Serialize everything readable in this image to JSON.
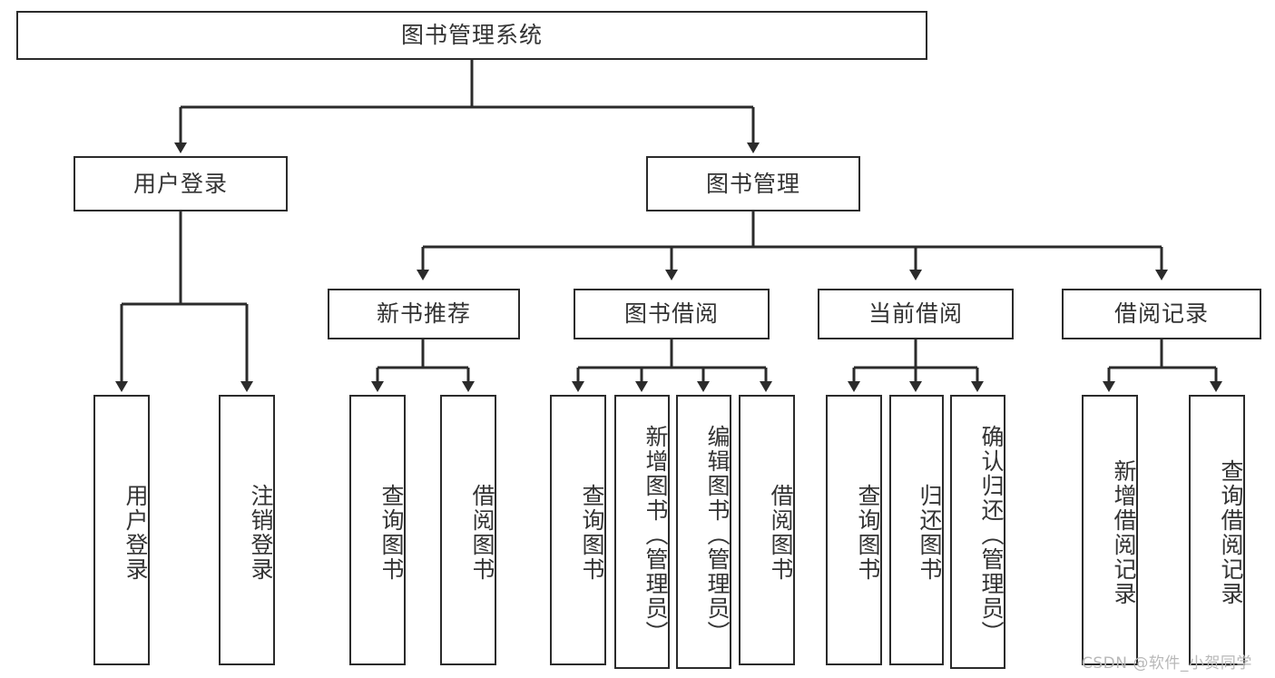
{
  "diagram": {
    "title": "图书管理系统",
    "watermark": "CSDN @软件_小贺同学",
    "line_color": "#2b2b2b",
    "text_color": "#333333",
    "background": "#ffffff",
    "nodes": {
      "root": {
        "label": "图书管理系统"
      },
      "level2": [
        {
          "label": "用户登录"
        },
        {
          "label": "图书管理"
        }
      ],
      "level3": [
        {
          "label": "新书推荐"
        },
        {
          "label": "图书借阅"
        },
        {
          "label": "当前借阅"
        },
        {
          "label": "借阅记录"
        }
      ],
      "leaves_user_login": [
        {
          "label": "用户登录"
        },
        {
          "label": "注销登录"
        }
      ],
      "leaves_new_book": [
        {
          "label": "查询图书"
        },
        {
          "label": "借阅图书"
        }
      ],
      "leaves_borrow": [
        {
          "label": "查询图书"
        },
        {
          "label": "新增图书（管理员）"
        },
        {
          "label": "编辑图书（管理员）"
        },
        {
          "label": "借阅图书"
        }
      ],
      "leaves_current": [
        {
          "label": "查询图书"
        },
        {
          "label": "归还图书"
        },
        {
          "label": "确认归还（管理员）"
        }
      ],
      "leaves_record": [
        {
          "label": "新增借阅记录"
        },
        {
          "label": "查询借阅记录"
        }
      ]
    }
  }
}
